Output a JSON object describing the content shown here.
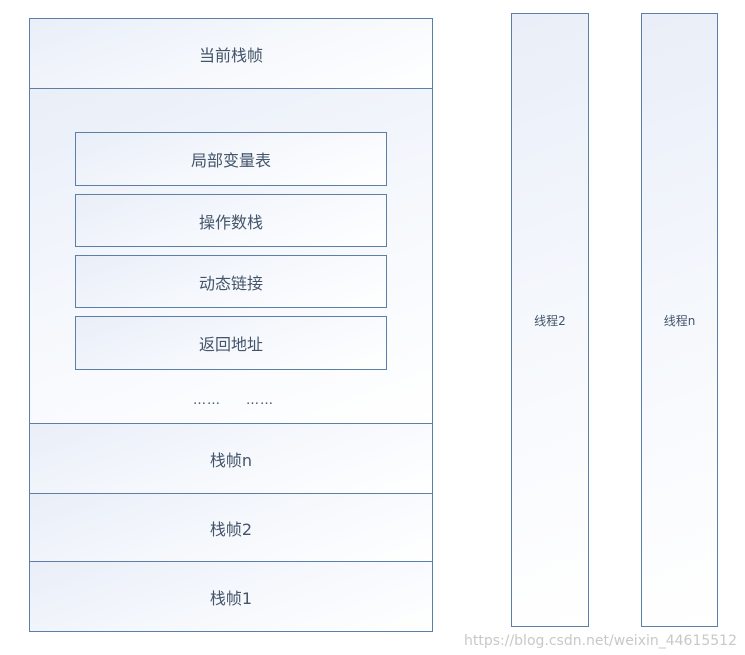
{
  "stack": {
    "current_frame": "当前栈帧",
    "inner_items": [
      "局部变量表",
      "操作数栈",
      "动态链接",
      "返回地址"
    ],
    "ellipsis_left": "……",
    "ellipsis_right": "……",
    "frames": [
      "栈帧n",
      "栈帧2",
      "栈帧1"
    ]
  },
  "threads": [
    "线程2",
    "线程n"
  ],
  "watermark": "https://blog.csdn.net/weixin_44615512",
  "colors": {
    "border": "#5b7fa6",
    "text": "#44546a",
    "fill_gradient_start": "#e9eef8",
    "fill_gradient_end": "#ffffff",
    "watermark": "#c8c8c8"
  }
}
